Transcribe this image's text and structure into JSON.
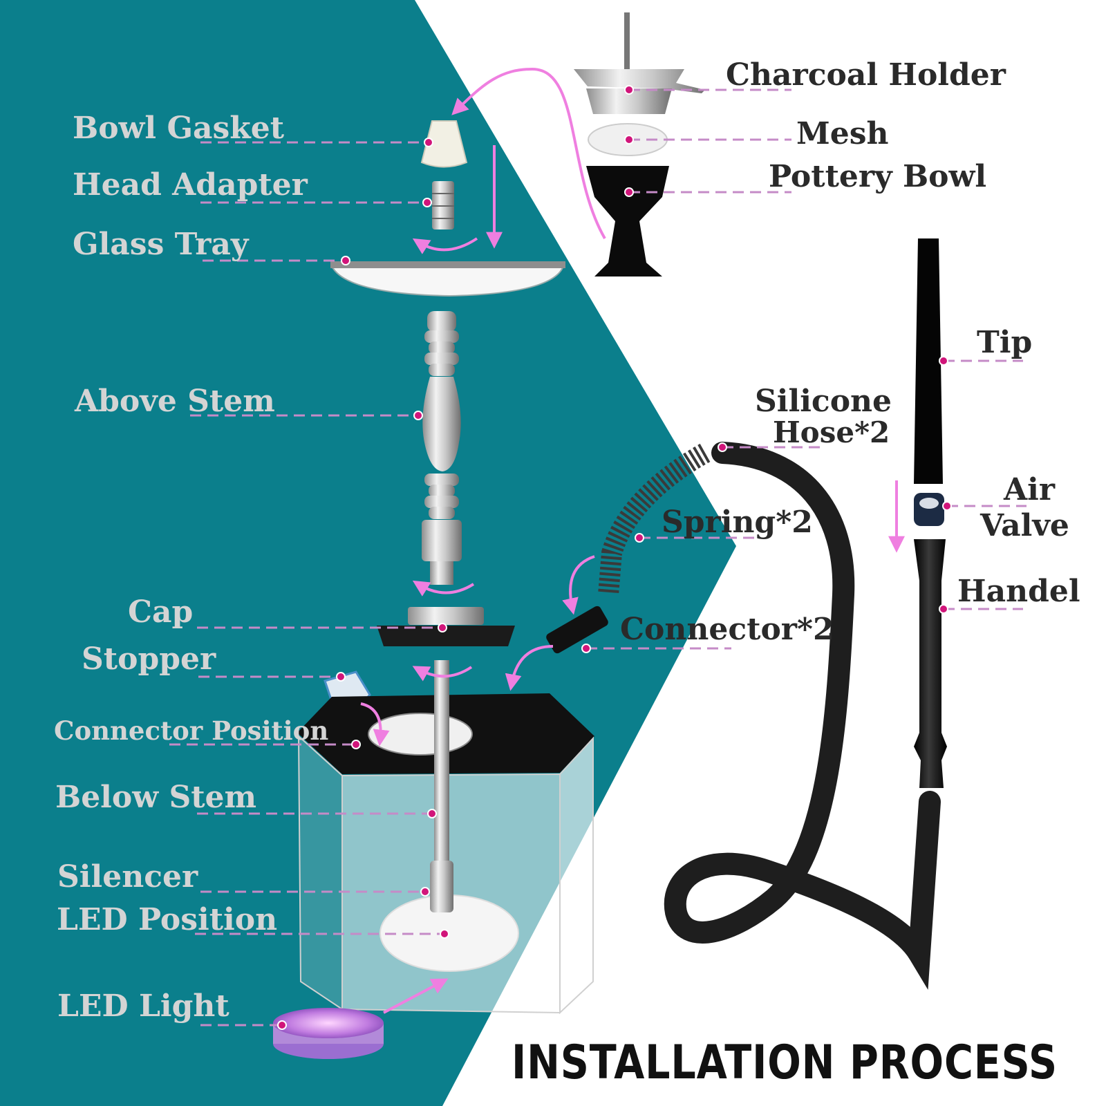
{
  "title": "INSTALLATION PROCESS",
  "colors": {
    "background_left": "#0b7f8c",
    "background_right": "#ffffff",
    "label_left": "#d4d4d4",
    "label_right": "#2a2a2a",
    "leader_line": "#c58bc7",
    "leader_dot": "#d1157a",
    "arrow": "#ef7fe0"
  },
  "labels_left": [
    "Bowl Gasket",
    "Head Adapter",
    "Glass Tray",
    "Above Stem",
    "Cap",
    "Stopper",
    "Connector Position",
    "Below Stem",
    "Silencer",
    "LED Position",
    "LED Light"
  ],
  "labels_right": {
    "charcoal_holder": "Charcoal Holder",
    "mesh": "Mesh",
    "pottery_bowl": "Pottery Bowl",
    "tip": "Tip",
    "silicone_hose_line1": "Silicone",
    "silicone_hose_line2": "Hose*2",
    "air_valve_line1": "Air",
    "air_valve_line2": "Valve",
    "spring": "Spring*2",
    "handel": "Handel",
    "connector": "Connector*2"
  }
}
